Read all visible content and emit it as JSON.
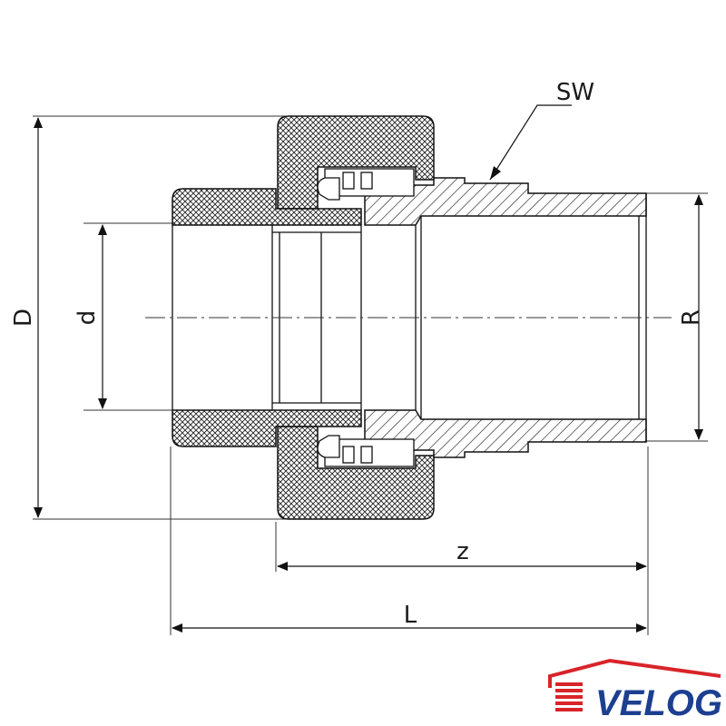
{
  "labels": {
    "D": "D",
    "d": "d",
    "R": "R",
    "SW": "SW",
    "z": "z",
    "L": "L"
  },
  "logo": {
    "text": "VELOG",
    "colors": {
      "roof": "#d8242a",
      "text": "#1c3f8f"
    }
  }
}
